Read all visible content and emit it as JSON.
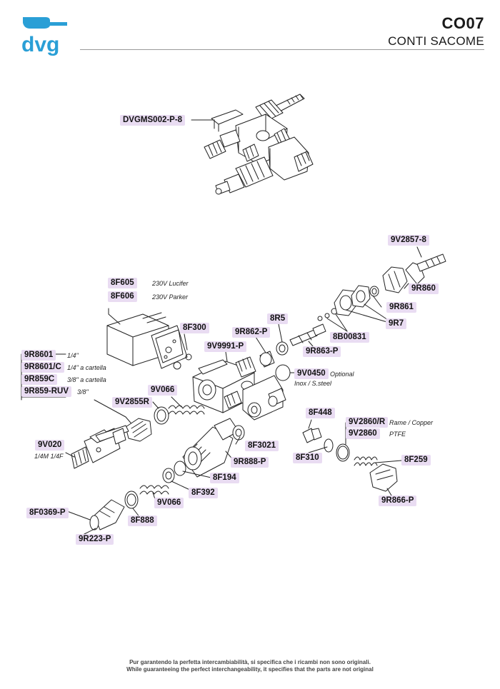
{
  "brand": {
    "logo_text": "dvg",
    "accent_color": "#2a9fd6"
  },
  "header": {
    "model_code": "CO07",
    "model_name": "CONTI SACOME"
  },
  "colors": {
    "label_bg": "#e9dcf2",
    "line": "#222222"
  },
  "parts": [
    {
      "code": "DVGMS002-P-8"
    },
    {
      "code": "9V2857-8"
    },
    {
      "code": "9R860"
    },
    {
      "code": "9R861"
    },
    {
      "code": "9R7"
    },
    {
      "code": "8B00831"
    },
    {
      "code": "8R5"
    },
    {
      "code": "9R862-P"
    },
    {
      "code": "9R863-P"
    },
    {
      "code": "8F605",
      "note": "230V Lucifer"
    },
    {
      "code": "8F606",
      "note": "230V Parker"
    },
    {
      "code": "8F300"
    },
    {
      "code": "9V9991-P"
    },
    {
      "code": "9V0450",
      "note": "Optional",
      "note2": "Inox / S.steel"
    },
    {
      "code": "9R8601",
      "note": "1/4\""
    },
    {
      "code": "9R8601/C",
      "note": "1/4\" a cartella"
    },
    {
      "code": "9R859C",
      "note": "3/8\" a cartella"
    },
    {
      "code": "9R859-RUV",
      "note": "3/8\""
    },
    {
      "code": "9V066"
    },
    {
      "code": "9V2855R"
    },
    {
      "code": "8F448"
    },
    {
      "code": "9V2860/R",
      "note": "Rame / Copper"
    },
    {
      "code": "9V2860",
      "note": "PTFE"
    },
    {
      "code": "8F310"
    },
    {
      "code": "8F259"
    },
    {
      "code": "9R866-P"
    },
    {
      "code": "8F3021"
    },
    {
      "code": "9R888-P"
    },
    {
      "code": "9V020",
      "note": "1/4M 1/4F"
    },
    {
      "code": "8F194"
    },
    {
      "code": "8F392"
    },
    {
      "code": "9V066"
    },
    {
      "code": "8F0369-P"
    },
    {
      "code": "8F888"
    },
    {
      "code": "9R223-P"
    }
  ],
  "footer": {
    "line1": "Pur garantendo la perfetta intercambiabilità, si specifica che i ricambi non sono originali.",
    "line2": "While guaranteeing the perfect interchangeability, it specifies that the parts are not original"
  }
}
